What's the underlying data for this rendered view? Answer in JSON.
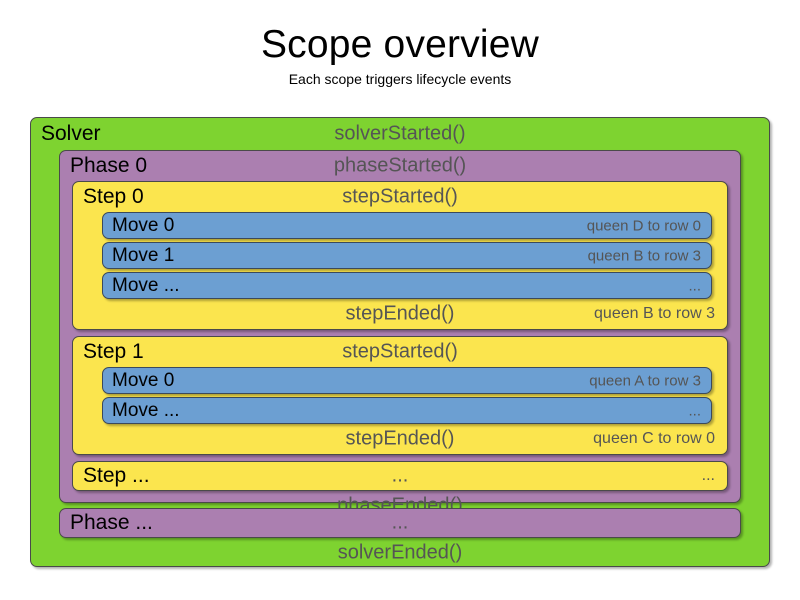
{
  "header": {
    "title": "Scope overview",
    "subtitle": "Each scope triggers lifecycle events"
  },
  "solver": {
    "name": "Solver",
    "started_event": "solverStarted()",
    "ended_event": "solverEnded()",
    "color": "#7ed330",
    "phases": [
      {
        "name": "Phase 0",
        "started_event": "phaseStarted()",
        "ended_event": "phaseEnded()",
        "color": "#ab7fb0",
        "steps": [
          {
            "name": "Step 0",
            "started_event": "stepStarted()",
            "ended_event": "stepEnded()",
            "ended_result": "queen B to row 3",
            "color": "#fbe54e",
            "moves": [
              {
                "name": "Move 0",
                "result": "queen D to row 0",
                "color": "#6c9fd2"
              },
              {
                "name": "Move 1",
                "result": "queen B to row 3",
                "color": "#6c9fd2"
              },
              {
                "name": "Move ...",
                "result": "...",
                "color": "#6c9fd2"
              }
            ]
          },
          {
            "name": "Step 1",
            "started_event": "stepStarted()",
            "ended_event": "stepEnded()",
            "ended_result": "queen C to row 0",
            "color": "#fbe54e",
            "moves": [
              {
                "name": "Move 0",
                "result": "queen A to row 3",
                "color": "#6c9fd2"
              },
              {
                "name": "Move ...",
                "result": "...",
                "color": "#6c9fd2"
              }
            ]
          },
          {
            "name": "Step ...",
            "started_event": "...",
            "ended_result": "...",
            "color": "#fbe54e",
            "moves": []
          }
        ]
      },
      {
        "name": "Phase ...",
        "started_event": "...",
        "color": "#ab7fb0",
        "steps": []
      }
    ]
  }
}
